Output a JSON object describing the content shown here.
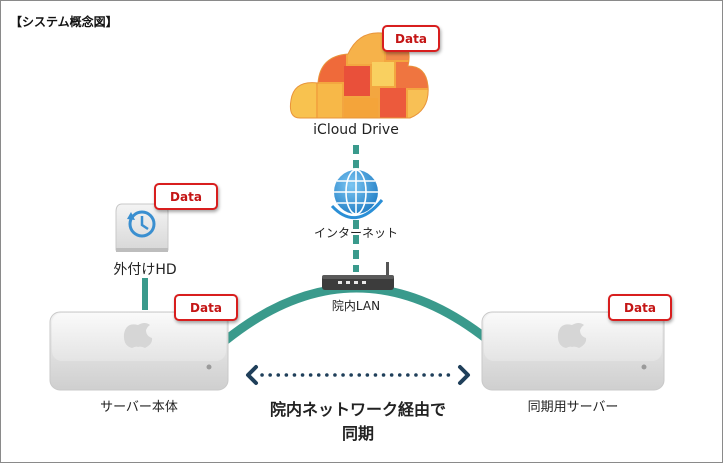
{
  "header": {
    "title": "【システム概念図】"
  },
  "nodes": {
    "cloud_label": "iCloud Drive",
    "internet_label": "インターネット",
    "router_label": "院内LAN",
    "external_hd_label": "外付けHD",
    "main_server_label": "サーバー本体",
    "sync_server_label": "同期用サーバー"
  },
  "badges": {
    "cloud": "Data",
    "external_hd": "Data",
    "main_server": "Data",
    "sync_server": "Data"
  },
  "sync_text": {
    "line1": "院内ネットワーク経由で",
    "line2": "同期"
  },
  "colors": {
    "connector_teal": "#3a9a8c",
    "badge_red": "#d81e1e",
    "cloud_orange": "#f0a33a",
    "globe_blue": "#2b8fd6",
    "hd_blue": "#3a8fd0",
    "dots_navy": "#1f3f5a"
  },
  "icons": {
    "cloud": "cloud-icon",
    "internet": "globe-icon",
    "router": "router-icon",
    "external_hd": "external-hd-icon",
    "main_server": "mac-mini-icon",
    "sync_server": "mac-mini-icon",
    "sync": "bidirectional-arrow-icon"
  }
}
